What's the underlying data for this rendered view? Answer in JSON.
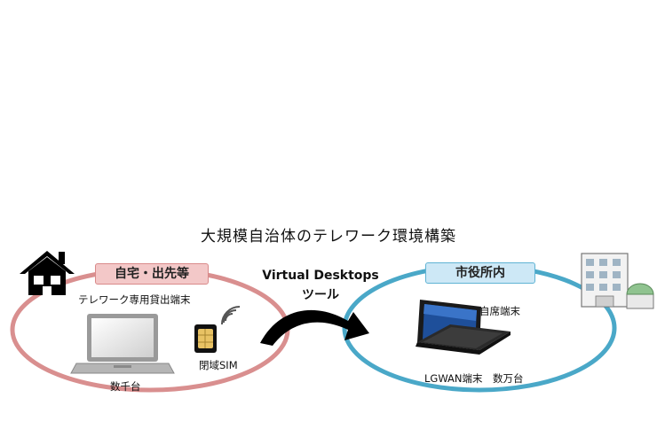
{
  "title": "大規模自治体のテレワーク環境構築",
  "home": {
    "badge": "自宅・出先等",
    "terminal_label": "テレワーク専用貸出端末",
    "sim_label": "閉域SIM",
    "count_label": "数千台",
    "icon": "house-icon"
  },
  "tool": {
    "line1": "Virtual Desktops",
    "line2": "ツール",
    "icon": "curved-arrow-icon"
  },
  "office": {
    "badge": "市役所内",
    "terminal_label": "自席端末",
    "network_label": "LGWAN端末　数万台",
    "icon": "city-hall-icon"
  },
  "colors": {
    "home_ring": "#d98f8f",
    "office_ring": "#4aa8c8",
    "home_badge": "#f3c8c8",
    "office_badge": "#cde8f6"
  }
}
